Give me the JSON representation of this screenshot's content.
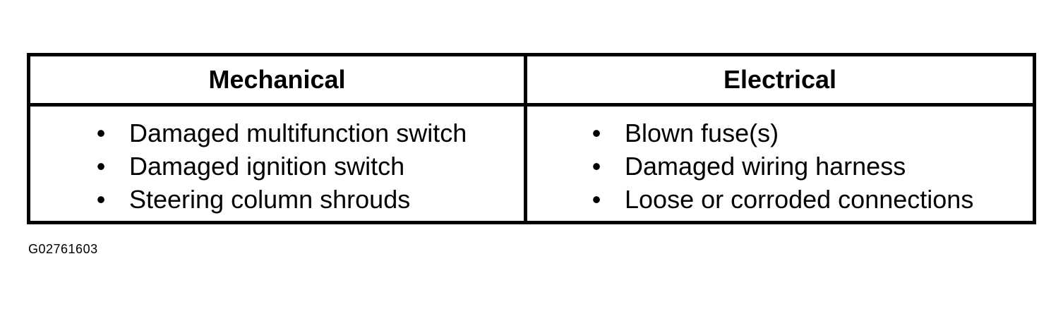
{
  "table": {
    "headers": [
      "Mechanical",
      "Electrical"
    ],
    "mechanical": [
      "Damaged multifunction switch",
      "Damaged ignition switch",
      "Steering column shrouds"
    ],
    "electrical": [
      "Blown fuse(s)",
      "Damaged wiring harness",
      "Loose or corroded connections"
    ],
    "bullet": "•"
  },
  "figure_id": "G02761603"
}
